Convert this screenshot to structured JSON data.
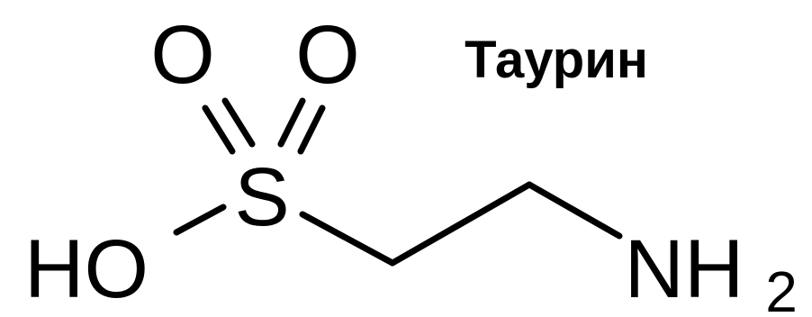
{
  "molecule": {
    "name": "Таурин",
    "atoms": {
      "oxygen_left": "O",
      "oxygen_right": "O",
      "sulfur": "S",
      "hydroxyl": "HO",
      "amine": "NH",
      "amine_subscript": "2"
    }
  }
}
